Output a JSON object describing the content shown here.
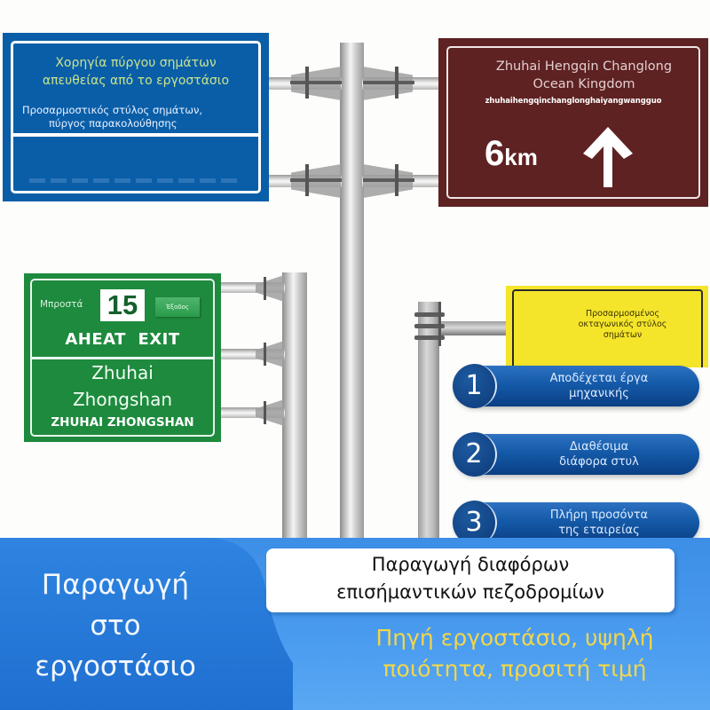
{
  "signs": {
    "blue": {
      "title_line1": "Χορηγία πύργου σημάτων",
      "title_line2": "απευθείας από το εργοστάσιο",
      "sub_line1": "Προσαρμοστικός στύλος σημάτων,",
      "sub_line2": "πύργος παρακολούθησης",
      "color": "#0a5ea8"
    },
    "brown": {
      "title_line1": "Zhuhai Hengqin Changlong",
      "title_line2": "Ocean Kingdom",
      "pinyin": "zhuhaihengqinchanglonghaiyangwangguo",
      "distance_value": "6",
      "distance_unit": "km",
      "arrow_icon": "arrow-up",
      "color": "#5e2223"
    },
    "green": {
      "ahead_label": "Μπροστά",
      "exit_number": "15",
      "exit_tag": "Έξοδος",
      "ahead_exit": "AHEAT  EXIT",
      "dest_line1": "Zhuhai",
      "dest_line2": "Zhongshan",
      "dest_caps": "ZHUHAI ZHONGSHAN",
      "color": "#1e8a3e"
    },
    "yellow": {
      "line1": "Προσαρμοσμένος",
      "line2": "οκταγωνικός στύλος",
      "line3": "σημάτων",
      "color": "#f5e52a"
    }
  },
  "features": [
    {
      "number": "1",
      "line1": "Αποδέχεται έργα",
      "line2": "μηχανικής"
    },
    {
      "number": "2",
      "line1": "Διαθέσιμα",
      "line2": "διάφορα στυλ"
    },
    {
      "number": "3",
      "line1": "Πλήρη προσόντα",
      "line2": "της εταιρείας"
    }
  ],
  "banner": {
    "left_line1": "Παραγωγή",
    "left_line2": "στο",
    "left_line3": "εργοστάσιο",
    "white_line1": "Παραγωγή διαφόρων",
    "white_line2": "επισήμαντικών πεζοδρομίων",
    "yellow_line1": "Πηγή εργοστάσιο, υψηλή",
    "yellow_line2": "ποιότητα, προσιτή τιμή",
    "accent_yellow": "#f1d64a",
    "accent_blue": "#3d8ee6"
  }
}
